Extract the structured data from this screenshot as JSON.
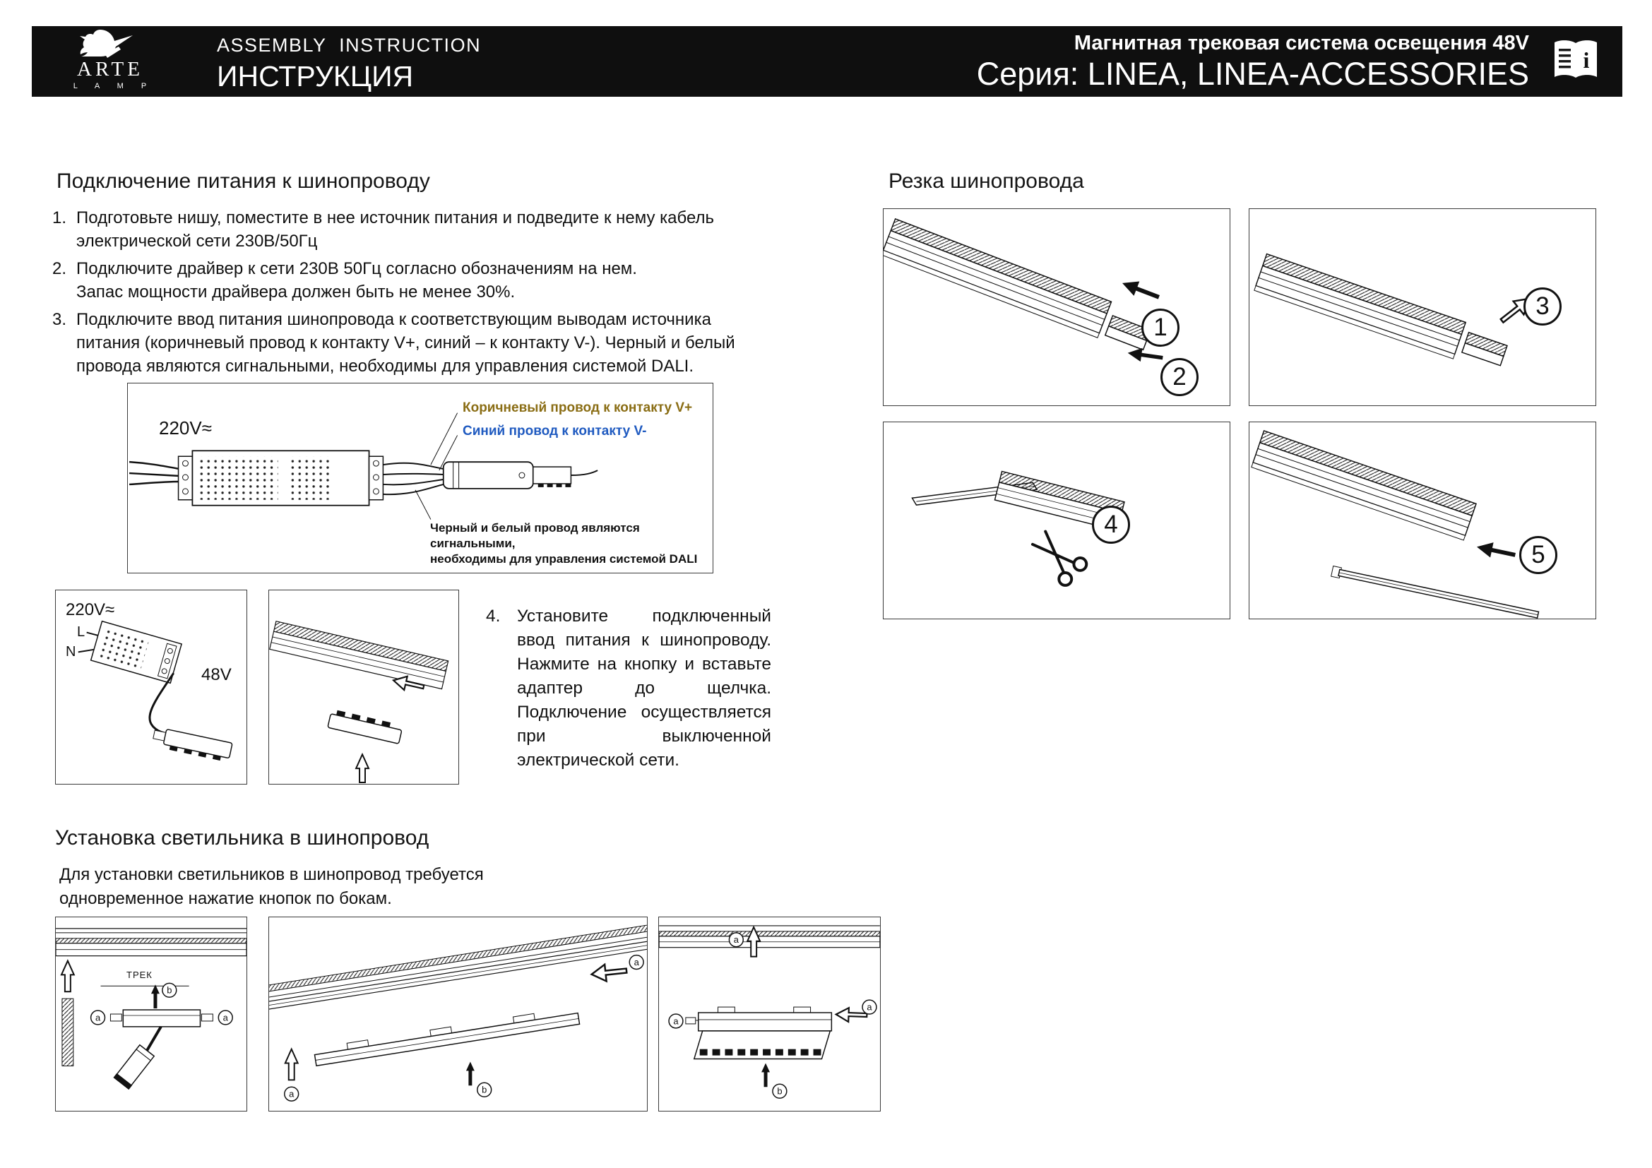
{
  "header": {
    "brand_name": "ARTE",
    "brand_sub": "L A M P",
    "title_en": "ASSEMBLY  INSTRUCTION",
    "title_ru": "ИНСТРУКЦИЯ",
    "product_title": "Магнитная трековая система освещения 48V",
    "product_series": "Серия: LINEA, LINEA-ACCESSORIES"
  },
  "colors": {
    "header_bg": "#0f0f0f",
    "plus_wire_label": "#8a6d14",
    "minus_wire_label": "#1f5ac0"
  },
  "power_section": {
    "heading": "Подключение питания к шинопроводу",
    "steps": [
      {
        "num": "1.",
        "text": "Подготовьте нишу, поместите в нее источник питания и подведите к нему кабель\nэлектрической сети 230В/50Гц"
      },
      {
        "num": "2.",
        "text": "Подключите драйвер к сети 230В 50Гц согласно обозначениям на нем.\nЗапас мощности драйвера должен быть не менее 30%."
      },
      {
        "num": "3.",
        "text": "Подключите ввод питания шинопровода к соответствующим выводам источника\nпитания (коричневый провод к контакту V+, синий – к контакту V-). Черный и белый\nпровода являются сигнальными, необходимы для управления системой DALI."
      }
    ],
    "wiring_figure": {
      "voltage": "220V≈",
      "label_plus": "Коричневый провод к контакту V+",
      "label_minus": "Синий провод к контакту V-",
      "label_dali": "Черный и белый провод являются сигнальными,\nнеобходимы для управления системой DALI"
    },
    "driver_figure": {
      "voltage": "220V≈",
      "line": "L",
      "neutral": "N",
      "output": "48V"
    },
    "step4": {
      "num": "4.",
      "text": "Установите подключенный ввод питания к шинопроводу. Нажмите на кнопку и вставьте адаптер до щелчка. Подключение осуществляется при выключенной электрической сети."
    }
  },
  "cutting_section": {
    "heading": "Резка шинопровода",
    "step_badges": [
      "1",
      "2",
      "3",
      "4",
      "5"
    ]
  },
  "install_section": {
    "heading": "Установка светильника в шинопровод",
    "description": "Для установки светильников в шинопровод требуется\nодновременное нажатие кнопок по бокам.",
    "track_label": "ТРЕК",
    "marker_a": "a",
    "marker_b": "b"
  }
}
